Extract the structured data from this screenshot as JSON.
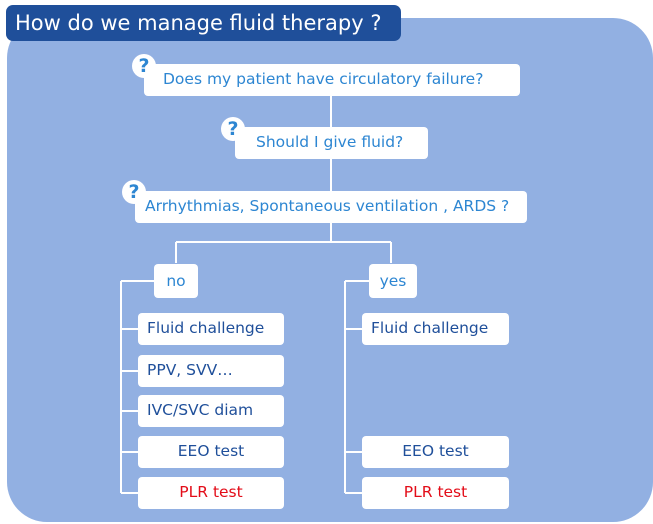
{
  "title": "How do we manage fluid therapy ?",
  "questions": {
    "q1": "Does my patient have circulatory failure?",
    "q2": "Should I give fluid?",
    "q3": "Arrhythmias, Spontaneous ventilation , ARDS ?",
    "mark": "?"
  },
  "branches": {
    "no": {
      "label": "no",
      "items": [
        "Fluid challenge",
        "PPV, SVV…",
        "IVC/SVC diam",
        "EEO test",
        "PLR test"
      ]
    },
    "yes": {
      "label": "yes",
      "items": [
        "Fluid challenge",
        "EEO test",
        "PLR test"
      ]
    }
  },
  "colors": {
    "panel": "#92b0e2",
    "title_bg": "#1f4f9a",
    "question_text": "#2d86d2",
    "option_text": "#1f4f9a",
    "highlight_text": "#e30c18"
  }
}
